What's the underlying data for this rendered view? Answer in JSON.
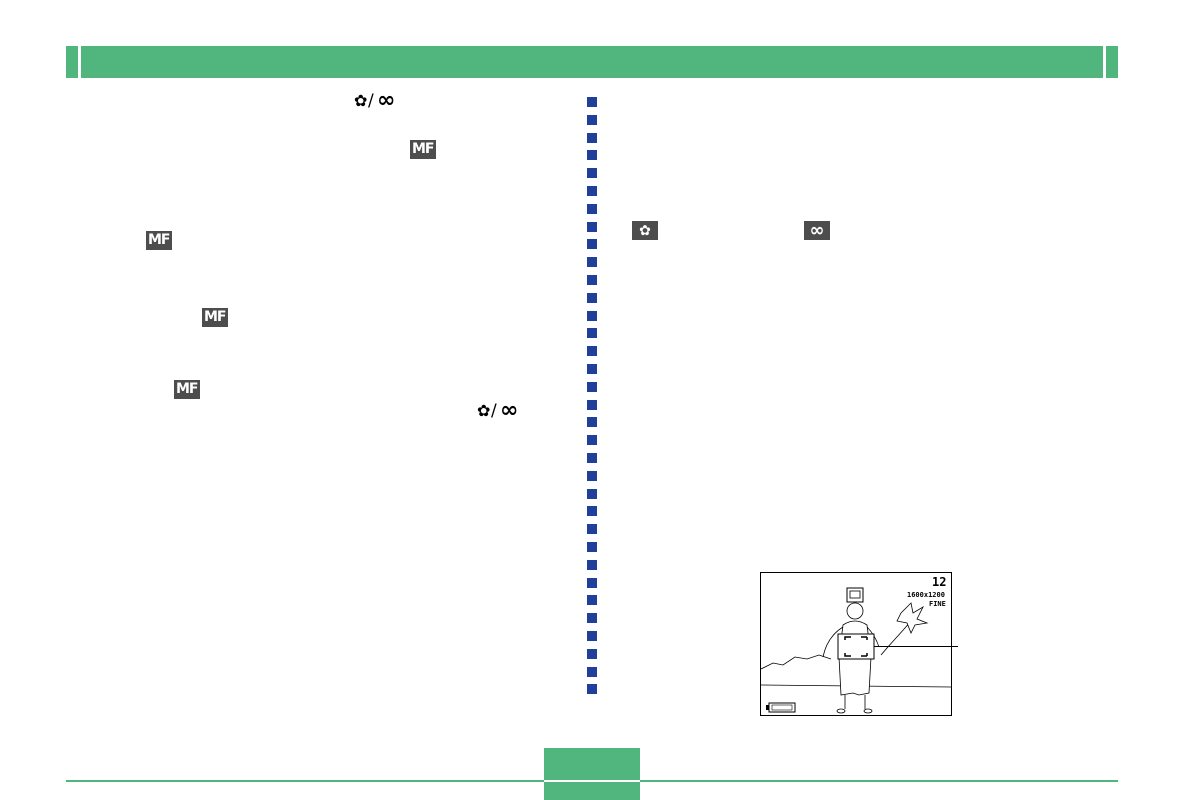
{
  "header": {
    "accent": "#50b67e"
  },
  "footer": {
    "page_number": ""
  },
  "divider": {
    "color": "#1f3f9a",
    "count": 34
  },
  "icons": {
    "macro_glyph": "✿",
    "infinity_glyph": "∞",
    "slash": "/",
    "mf_label": "MF"
  },
  "figure": {
    "shot_count": "12",
    "resolution_quality": "1600x1200",
    "quality_mode": "FINE",
    "battery_label": ""
  }
}
